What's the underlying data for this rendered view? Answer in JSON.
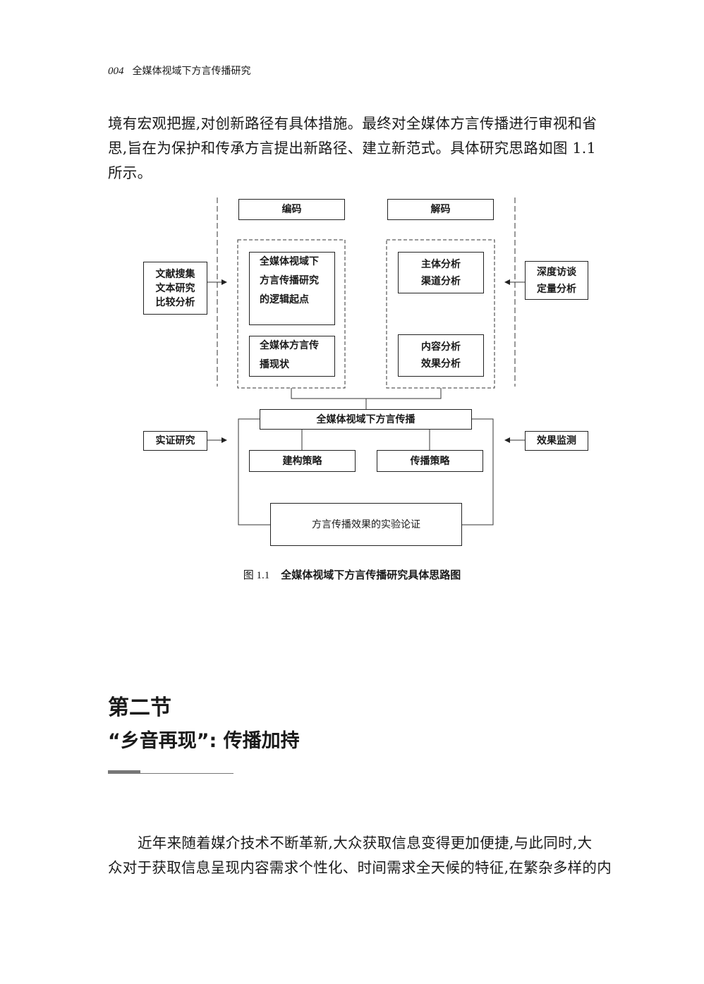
{
  "header": {
    "page_number": "004",
    "book_title": "全媒体视域下方言传播研究"
  },
  "intro_paragraph": {
    "lines": [
      "境有宏观把握,对创新路径有具体措施。最终对全媒体方言传播进行审视和省",
      "思,旨在为保护和传承方言提出新路径、建立新范式。具体研究思路如图 1.1",
      "所示。"
    ]
  },
  "figure": {
    "encoding": "编码",
    "decoding": "解码",
    "left_methods": [
      "文献搜集",
      "文本研究",
      "比较分析"
    ],
    "right_methods": [
      "深度访谈",
      "定量分析"
    ],
    "enc_box1": [
      "全媒体视域下",
      "方言传播研究",
      "的逻辑起点"
    ],
    "enc_box2": [
      "全媒体方言传",
      "播现状"
    ],
    "dec_box1": [
      "主体分析",
      "渠道分析"
    ],
    "dec_box2": [
      "内容分析",
      "效果分析"
    ],
    "center": "全媒体视域下方言传播",
    "empirical": "实证研究",
    "monitoring": "效果监测",
    "construct": "建构策略",
    "spread": "传播策略",
    "experiment": "方言传播效果的实验论证",
    "caption_number": "图 1.1",
    "caption_text": "全媒体视域下方言传播研究具体思路图"
  },
  "section": {
    "number": "第二节",
    "title": "“乡音再现”: 传播加持"
  },
  "body_paragraph": {
    "lines": [
      "近年来随着媒介技术不断革新,大众获取信息变得更加便捷,与此同时,大",
      "众对于获取信息呈现内容需求个性化、时间需求全天候的特征,在繁杂多样的内"
    ]
  }
}
